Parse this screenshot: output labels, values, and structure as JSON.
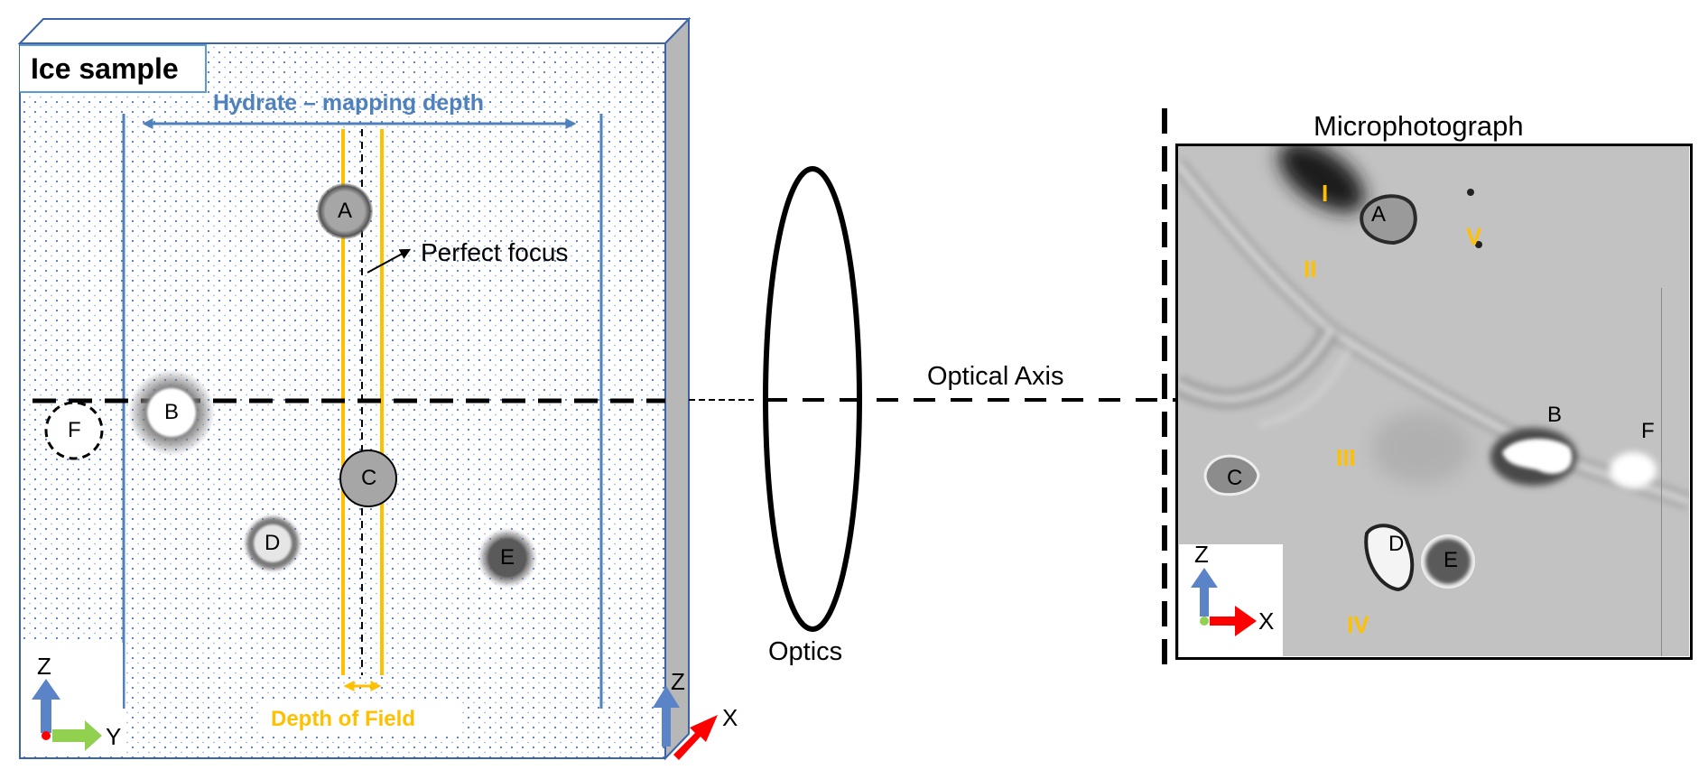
{
  "sample": {
    "title": "Ice sample",
    "hydrate_label": "Hydrate – mapping depth",
    "perfect_focus_label": "Perfect focus",
    "depth_of_field_label": "Depth of Field",
    "particles": [
      {
        "id": "A",
        "style": "in-focus-dark"
      },
      {
        "id": "B",
        "style": "blurred-bright"
      },
      {
        "id": "C",
        "style": "in-focus"
      },
      {
        "id": "D",
        "style": "ring"
      },
      {
        "id": "E",
        "style": "blurred-dark"
      },
      {
        "id": "F",
        "style": "outside-dashed"
      }
    ],
    "axes_front": {
      "z": "Z",
      "y": "Y"
    },
    "axes_side": {
      "z": "Z",
      "x": "X"
    }
  },
  "optics": {
    "label": "Optics",
    "axis_label": "Optical Axis"
  },
  "micrograph": {
    "title": "Microphotograph",
    "particles": [
      "A",
      "B",
      "C",
      "D",
      "E",
      "F"
    ],
    "regions": [
      "I",
      "II",
      "III",
      "IV",
      "V"
    ],
    "axes": {
      "z": "Z",
      "x": "X"
    }
  },
  "colors": {
    "hydrate_blue": "#4f81bd",
    "dof_yellow": "#ffc000",
    "axis_red": "#ff0000",
    "axis_green": "#92d050",
    "axis_blue": "#5b84c8"
  }
}
